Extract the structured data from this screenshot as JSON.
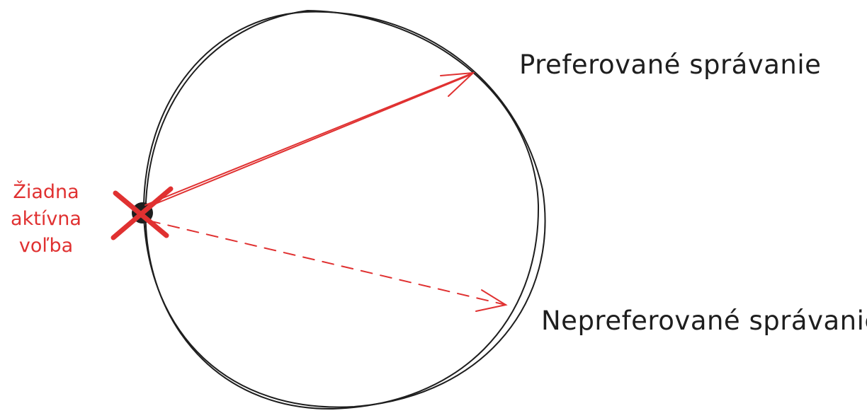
{
  "labels": {
    "preferred": "Preferované správanie",
    "nonpreferred": "Nepreferované správanie",
    "no_choice_line1": "Žiadna",
    "no_choice_line2": "aktívna",
    "no_choice_line3": "voľba"
  },
  "colors": {
    "ink": "#1e1e1e",
    "accent": "#e03131",
    "background": "#ffffff"
  }
}
